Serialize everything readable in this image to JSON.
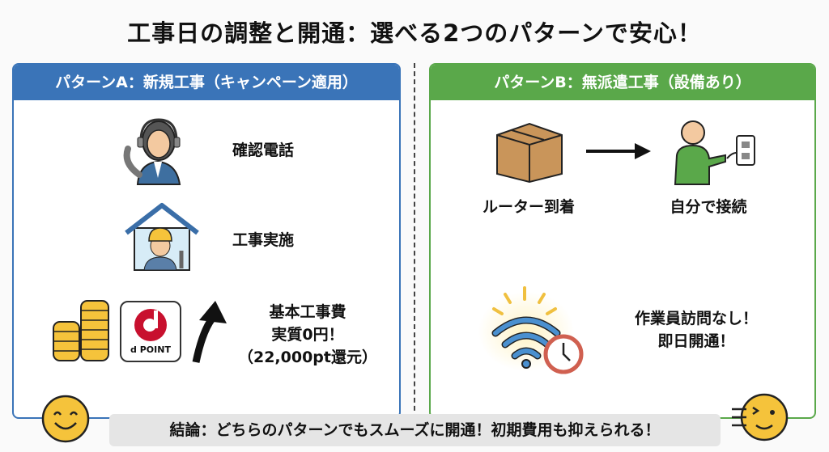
{
  "title": "工事日の調整と開通：選べる2つのパターンで安心！",
  "pattern_a": {
    "header": "パターンA：新規工事（キャンペーン適用）",
    "steps": [
      "確認電話",
      "工事実施"
    ],
    "cost_lines": [
      "基本工事費",
      "実質0円！",
      "（22,000pt還元）"
    ],
    "dpoint_logo": "d POINT"
  },
  "pattern_b": {
    "header": "パターンB：無派遣工事（設備あり）",
    "steps": [
      "ルーター到着",
      "自分で接続"
    ],
    "benefit_lines": [
      "作業員訪問なし！",
      "即日開通！"
    ]
  },
  "conclusion": "結論：どちらのパターンでもスムーズに開通！初期費用も抑えられる！",
  "colors": {
    "pattern_a": "#3a74b8",
    "pattern_b": "#5aa84a",
    "smiley": "#f5c33b"
  }
}
